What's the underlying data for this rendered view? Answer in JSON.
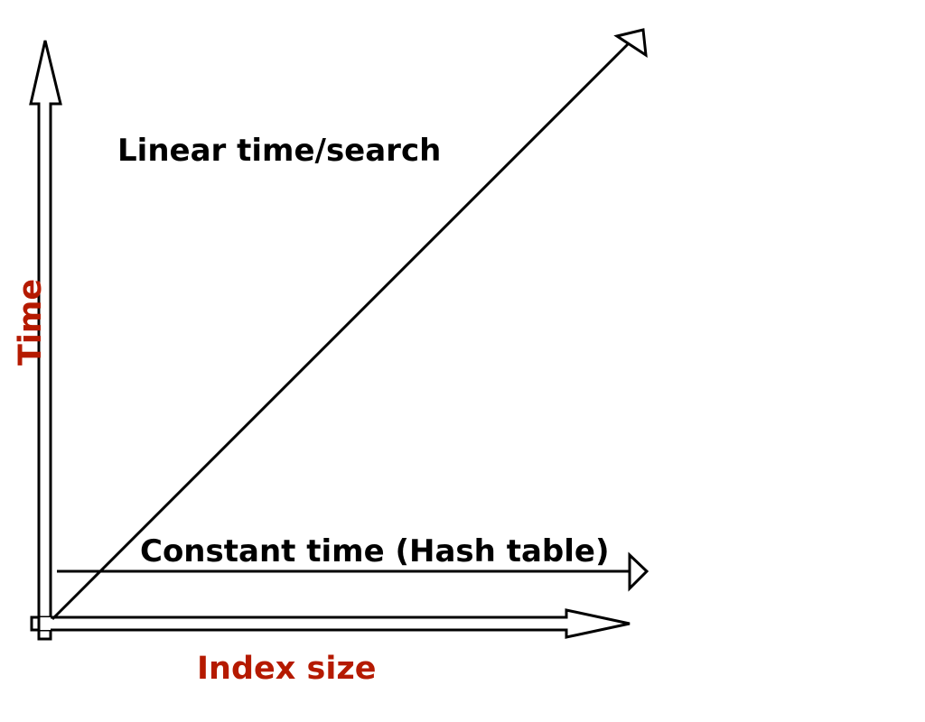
{
  "diagram": {
    "axes": {
      "x_label": "Index size",
      "y_label": "Time"
    },
    "curves": [
      {
        "id": "linear",
        "label": "Linear time/search"
      },
      {
        "id": "constant",
        "label": "Constant time (Hash table)"
      }
    ],
    "colors": {
      "line": "#000000",
      "axis_label": "#b51a00",
      "curve_label": "#000000",
      "background": "#ffffff"
    }
  }
}
